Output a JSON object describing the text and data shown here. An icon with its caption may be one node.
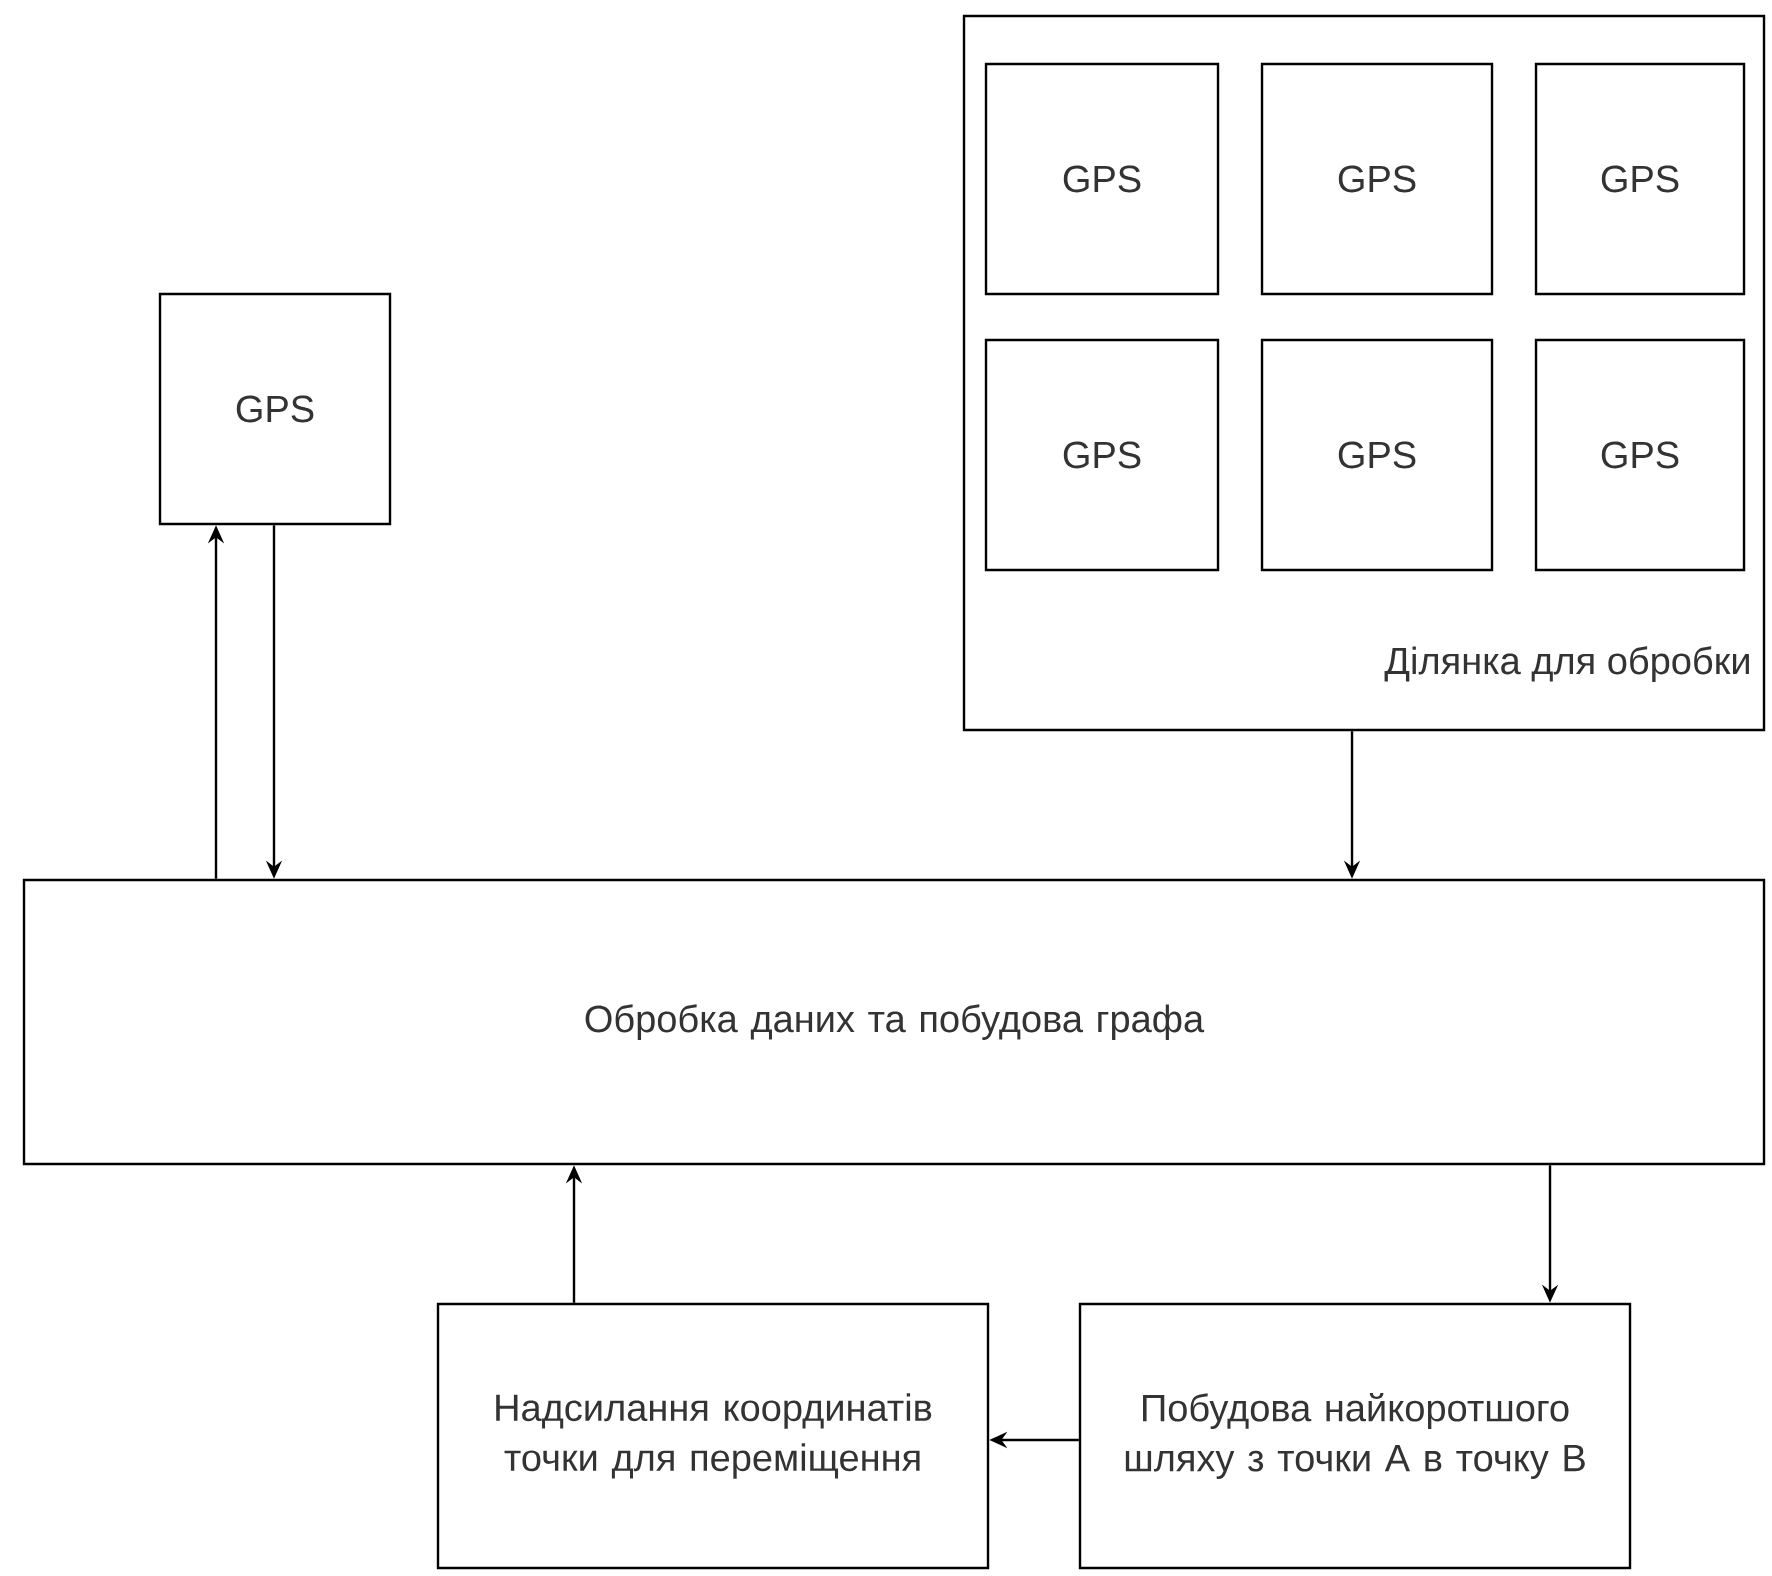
{
  "diagram": {
    "nodes": [
      {
        "text": [
          "GPS"
        ]
      },
      {
        "text": [
          "Ділянка для обробки"
        ]
      },
      {
        "text": [
          "GPS"
        ],
        "in": 1
      },
      {
        "text": [
          "GPS"
        ],
        "in": 1
      },
      {
        "text": [
          "GPS"
        ],
        "in": 1
      },
      {
        "text": [
          "GPS"
        ],
        "in": 1
      },
      {
        "text": [
          "GPS"
        ],
        "in": 1
      },
      {
        "text": [
          "GPS"
        ],
        "in": 1
      },
      {
        "text": [
          "Обробка даних та побудова графа"
        ]
      },
      {
        "text": [
          "Надсилання координатів точки для переміщення"
        ]
      },
      {
        "text": [
          "Побудова найкоротшого шляху з точки А в точку В"
        ]
      }
    ],
    "edges": [
      {
        "from": 8,
        "to": 0,
        "arrow": "to"
      },
      {
        "from": 0,
        "to": 8,
        "arrow": "to"
      },
      {
        "from": 1,
        "to": 8,
        "arrow": "to"
      },
      {
        "from": 8,
        "to": 10,
        "arrow": "to"
      },
      {
        "from": 10,
        "to": 9,
        "arrow": "to"
      },
      {
        "from": 9,
        "to": 8,
        "arrow": "to"
      }
    ]
  }
}
